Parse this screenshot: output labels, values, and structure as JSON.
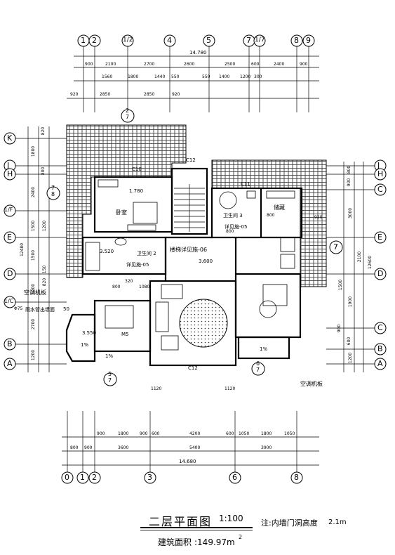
{
  "drawing": {
    "title": "二层平面图",
    "scale": "1:100",
    "note": "注:内墙门洞高度",
    "note_value": "2.1m",
    "area_label": "建筑面积",
    "area_value": ":149.97m",
    "area_unit_sup": "2"
  },
  "axes": {
    "top": [
      "1",
      "2",
      "1/2",
      "4",
      "5",
      "7",
      "1/7",
      "8",
      "9"
    ],
    "bottom": [
      "0",
      "1",
      "2",
      "3",
      "6",
      "8"
    ],
    "left": [
      "K",
      "J",
      "H",
      "1/F",
      "E",
      "D",
      "1/C",
      "B",
      "A"
    ],
    "right": [
      "J",
      "H",
      "C",
      "E",
      "D",
      "C",
      "B",
      "A"
    ],
    "marker_7": "7"
  },
  "dimensions": {
    "top_total": "14.780",
    "top_row1": [
      "900",
      "2100",
      "2700",
      "2600",
      "2500",
      "600",
      "2400",
      "900"
    ],
    "top_row2": [
      "1560",
      "1800",
      "1440",
      "550",
      "550",
      "1400",
      "1200",
      "300"
    ],
    "top_row3": [
      "920",
      "2850",
      "2850",
      "920"
    ],
    "bottom_row1": [
      "900",
      "1800",
      "900",
      "600",
      "4200",
      "600",
      "1050",
      "1800",
      "1050"
    ],
    "bottom_row2": [
      "800",
      "900",
      "3600",
      "5400",
      "3900"
    ],
    "bottom_total": "14.680",
    "left_dims": [
      "820",
      "1800",
      "800",
      "2400",
      "1500",
      "1200",
      "1500",
      "150",
      "820",
      "1200",
      "2700",
      "1200"
    ],
    "left_total": "12480",
    "right_dims": [
      "800",
      "900",
      "3000",
      "2100",
      "920",
      "1500",
      "1900",
      "900",
      "600",
      "1200"
    ],
    "right_total": "12600",
    "door_widths": [
      "1120",
      "1120"
    ],
    "misc": [
      "3.520",
      "1.780",
      "3.600",
      "3.550",
      "C12",
      "C12",
      "C10",
      "C11",
      "800",
      "800",
      "800",
      "320",
      "1080"
    ]
  },
  "rooms": {
    "bedroom": "卧室",
    "bath2": "卫生间 2",
    "bath2_sub": "详见施-05",
    "bath3": "卫生间 3",
    "bath3_sub": "详见施-05",
    "stair": "楼梯详见施-06",
    "storage": "储藏",
    "ac1": "空调机板",
    "ac2": "空调机板",
    "drain": "雨水管出墙面",
    "drain_value": "50",
    "phi": "Φ75",
    "pct1": "1%",
    "pct2": "1%",
    "pct3": "1%",
    "m5": "M5"
  },
  "callouts": {
    "top": {
      "num": "2",
      "ref": "7"
    },
    "left": {
      "num": "7",
      "ref": "8"
    },
    "bottom_left": {
      "num": "5",
      "ref": "7"
    },
    "bottom_right": {
      "num": "6",
      "ref": "7"
    }
  }
}
